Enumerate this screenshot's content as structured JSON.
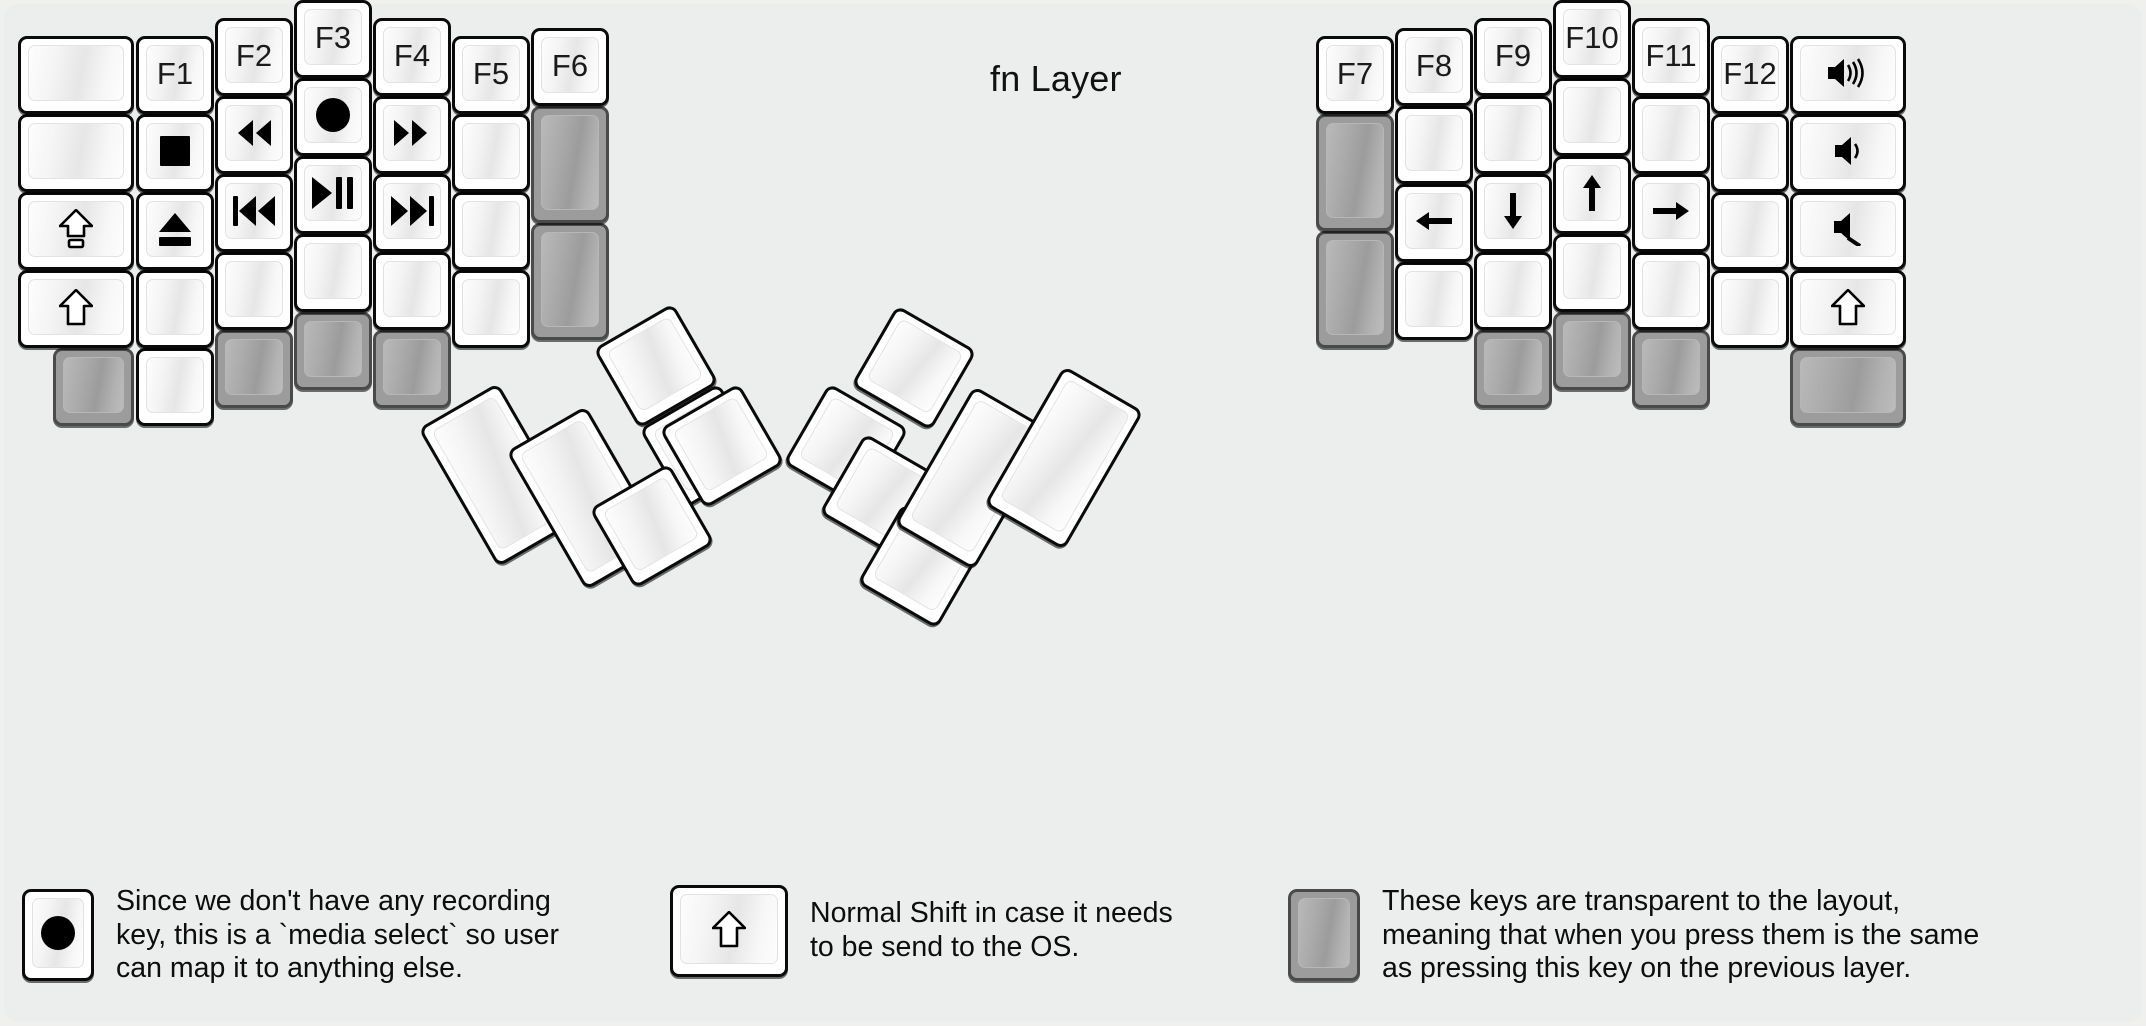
{
  "page": {
    "title": "fn Layer",
    "background_color": "#eceded",
    "key_color": "#ffffff",
    "transparent_key_color": "#9c9c9c"
  },
  "left_half": {
    "columns": [
      {
        "name": "col-1-outer",
        "keys": [
          {
            "label": "",
            "icon": "",
            "type": "normal"
          },
          {
            "label": "",
            "icon": "",
            "type": "normal"
          },
          {
            "label": "",
            "icon": "caps-lock-icon",
            "type": "normal"
          },
          {
            "label": "",
            "icon": "shift-icon",
            "type": "normal"
          }
        ]
      },
      {
        "name": "col-2-f1",
        "keys": [
          {
            "label": "F1",
            "icon": "",
            "type": "normal"
          },
          {
            "label": "",
            "icon": "media-stop-icon",
            "type": "normal"
          },
          {
            "label": "",
            "icon": "media-eject-icon",
            "type": "normal"
          },
          {
            "label": "",
            "icon": "",
            "type": "normal"
          },
          {
            "label": "",
            "icon": "",
            "type": "normal"
          }
        ]
      },
      {
        "name": "col-3-f2",
        "keys": [
          {
            "label": "F2",
            "icon": "",
            "type": "normal"
          },
          {
            "label": "",
            "icon": "media-rewind-icon",
            "type": "normal"
          },
          {
            "label": "",
            "icon": "media-previous-track-icon",
            "type": "normal"
          },
          {
            "label": "",
            "icon": "",
            "type": "normal"
          },
          {
            "label": "",
            "icon": "",
            "type": "transparent"
          }
        ]
      },
      {
        "name": "col-4-f3",
        "keys": [
          {
            "label": "F3",
            "icon": "",
            "type": "normal"
          },
          {
            "label": "",
            "icon": "media-record-icon",
            "type": "normal"
          },
          {
            "label": "",
            "icon": "media-play-pause-icon",
            "type": "normal"
          },
          {
            "label": "",
            "icon": "",
            "type": "normal"
          },
          {
            "label": "",
            "icon": "",
            "type": "transparent"
          }
        ]
      },
      {
        "name": "col-5-f4",
        "keys": [
          {
            "label": "F4",
            "icon": "",
            "type": "normal"
          },
          {
            "label": "",
            "icon": "media-fast-forward-icon",
            "type": "normal"
          },
          {
            "label": "",
            "icon": "media-next-track-icon",
            "type": "normal"
          },
          {
            "label": "",
            "icon": "",
            "type": "normal"
          },
          {
            "label": "",
            "icon": "",
            "type": "transparent"
          }
        ]
      },
      {
        "name": "col-6-f5",
        "keys": [
          {
            "label": "F5",
            "icon": "",
            "type": "normal"
          },
          {
            "label": "",
            "icon": "",
            "type": "normal"
          },
          {
            "label": "",
            "icon": "",
            "type": "normal"
          },
          {
            "label": "",
            "icon": "",
            "type": "normal"
          }
        ]
      },
      {
        "name": "col-7-f6",
        "keys": [
          {
            "label": "F6",
            "icon": "",
            "type": "normal"
          },
          {
            "label": "",
            "icon": "",
            "type": "transparent"
          },
          {
            "label": "",
            "icon": "",
            "type": "transparent"
          }
        ]
      }
    ],
    "thumb_cluster": [
      {
        "label": "",
        "icon": "",
        "type": "normal"
      },
      {
        "label": "",
        "icon": "",
        "type": "normal"
      },
      {
        "label": "",
        "icon": "",
        "type": "normal"
      },
      {
        "label": "",
        "icon": "",
        "type": "normal"
      },
      {
        "label": "",
        "icon": "",
        "type": "normal"
      },
      {
        "label": "",
        "icon": "",
        "type": "normal"
      }
    ]
  },
  "right_half": {
    "columns": [
      {
        "name": "col-1-f7",
        "keys": [
          {
            "label": "F7",
            "icon": "",
            "type": "normal"
          },
          {
            "label": "",
            "icon": "",
            "type": "transparent"
          },
          {
            "label": "",
            "icon": "",
            "type": "transparent"
          }
        ]
      },
      {
        "name": "col-2-f8",
        "keys": [
          {
            "label": "F8",
            "icon": "",
            "type": "normal"
          },
          {
            "label": "",
            "icon": "",
            "type": "normal"
          },
          {
            "label": "",
            "icon": "arrow-left-icon",
            "type": "normal"
          },
          {
            "label": "",
            "icon": "",
            "type": "normal"
          }
        ]
      },
      {
        "name": "col-3-f9",
        "keys": [
          {
            "label": "F9",
            "icon": "",
            "type": "normal"
          },
          {
            "label": "",
            "icon": "",
            "type": "normal"
          },
          {
            "label": "",
            "icon": "arrow-down-icon",
            "type": "normal"
          },
          {
            "label": "",
            "icon": "",
            "type": "normal"
          },
          {
            "label": "",
            "icon": "",
            "type": "transparent"
          }
        ]
      },
      {
        "name": "col-4-f10",
        "keys": [
          {
            "label": "F10",
            "icon": "",
            "type": "normal"
          },
          {
            "label": "",
            "icon": "",
            "type": "normal"
          },
          {
            "label": "",
            "icon": "arrow-up-icon",
            "type": "normal"
          },
          {
            "label": "",
            "icon": "",
            "type": "normal"
          },
          {
            "label": "",
            "icon": "",
            "type": "transparent"
          }
        ]
      },
      {
        "name": "col-5-f11",
        "keys": [
          {
            "label": "F11",
            "icon": "",
            "type": "normal"
          },
          {
            "label": "",
            "icon": "",
            "type": "normal"
          },
          {
            "label": "",
            "icon": "arrow-right-icon",
            "type": "normal"
          },
          {
            "label": "",
            "icon": "",
            "type": "normal"
          },
          {
            "label": "",
            "icon": "",
            "type": "transparent"
          }
        ]
      },
      {
        "name": "col-6-f12",
        "keys": [
          {
            "label": "F12",
            "icon": "",
            "type": "normal"
          },
          {
            "label": "",
            "icon": "",
            "type": "normal"
          },
          {
            "label": "",
            "icon": "",
            "type": "normal"
          },
          {
            "label": "",
            "icon": "",
            "type": "normal"
          }
        ]
      },
      {
        "name": "col-7-outer",
        "keys": [
          {
            "label": "",
            "icon": "volume-up-icon",
            "type": "normal"
          },
          {
            "label": "",
            "icon": "volume-down-icon",
            "type": "normal"
          },
          {
            "label": "",
            "icon": "volume-mute-icon",
            "type": "normal"
          },
          {
            "label": "",
            "icon": "shift-icon",
            "type": "normal"
          },
          {
            "label": "",
            "icon": "",
            "type": "transparent"
          }
        ]
      }
    ],
    "thumb_cluster": [
      {
        "label": "",
        "icon": "",
        "type": "normal"
      },
      {
        "label": "",
        "icon": "",
        "type": "normal"
      },
      {
        "label": "",
        "icon": "",
        "type": "normal"
      },
      {
        "label": "",
        "icon": "",
        "type": "normal"
      },
      {
        "label": "",
        "icon": "",
        "type": "normal"
      },
      {
        "label": "",
        "icon": "",
        "type": "normal"
      }
    ]
  },
  "legend": [
    {
      "icon": "media-record-icon",
      "key_type": "normal",
      "text": "Since we don't have any recording\nkey, this is a `media select` so user\ncan map it to anything else."
    },
    {
      "icon": "shift-icon",
      "key_type": "normal",
      "text": "Normal Shift in case it needs\nto be send to the OS."
    },
    {
      "icon": "",
      "key_type": "transparent",
      "text": "These keys are transparent to the layout,\nmeaning that when you press them is the same\nas pressing this key on the previous layer."
    }
  ]
}
